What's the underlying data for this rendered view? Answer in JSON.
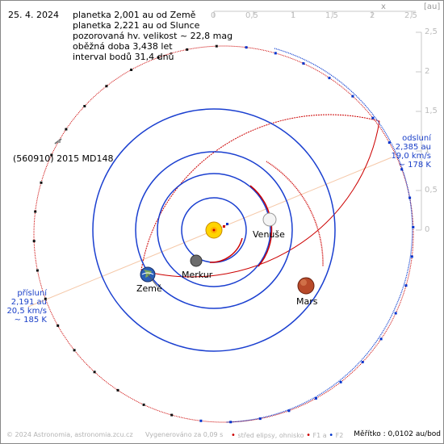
{
  "header": {
    "date": "25. 4. 2024",
    "lines": [
      "planetka 2,001 au od Země",
      "planetka 2,221 au od Slunce",
      "pozorovaná hv. velikost ~ 22,8 mag",
      "oběžná doba 3,438 let",
      "interval bodů 31,4 dnů"
    ]
  },
  "axes": {
    "x_label": "x",
    "unit_label": "[au]",
    "x_ticks": [
      "0",
      "0,5",
      "1",
      "1,5",
      "2",
      "2,5"
    ],
    "y_ticks": [
      "2,5",
      "2",
      "1,5",
      "1",
      "0,5",
      "0"
    ]
  },
  "object": {
    "name": "(560910) 2015 MD148"
  },
  "bodies": {
    "venus": "Venuše",
    "mercury": "Merkur",
    "earth": "Země",
    "mars": "Mars"
  },
  "aphelion": {
    "title": "odsluní",
    "distance": "2,385 au",
    "speed": "19,0 km/s",
    "temp": "~ 178 K"
  },
  "perihelion": {
    "title": "přísluní",
    "distance": "2,191 au",
    "speed": "20,5 km/s",
    "temp": "~ 185 K"
  },
  "footer": {
    "copyright": "© 2024 Astronomia, astronomia.zcu.cz",
    "generated": "Vygenerováno za 0,09 s",
    "legend_center": "střed elipsy, ohnisko",
    "legend_f1": "F1 a",
    "legend_f2": "F2",
    "scale": "Měřítko : 0,0102 au/bod"
  },
  "colors": {
    "planet_orbit": "#1a3fd0",
    "asteroid_orbit_near": "#cc0000",
    "asteroid_orbit_far": "#0033cc",
    "apsis_line": "#f5c8a8",
    "sun": "#ffd400"
  }
}
